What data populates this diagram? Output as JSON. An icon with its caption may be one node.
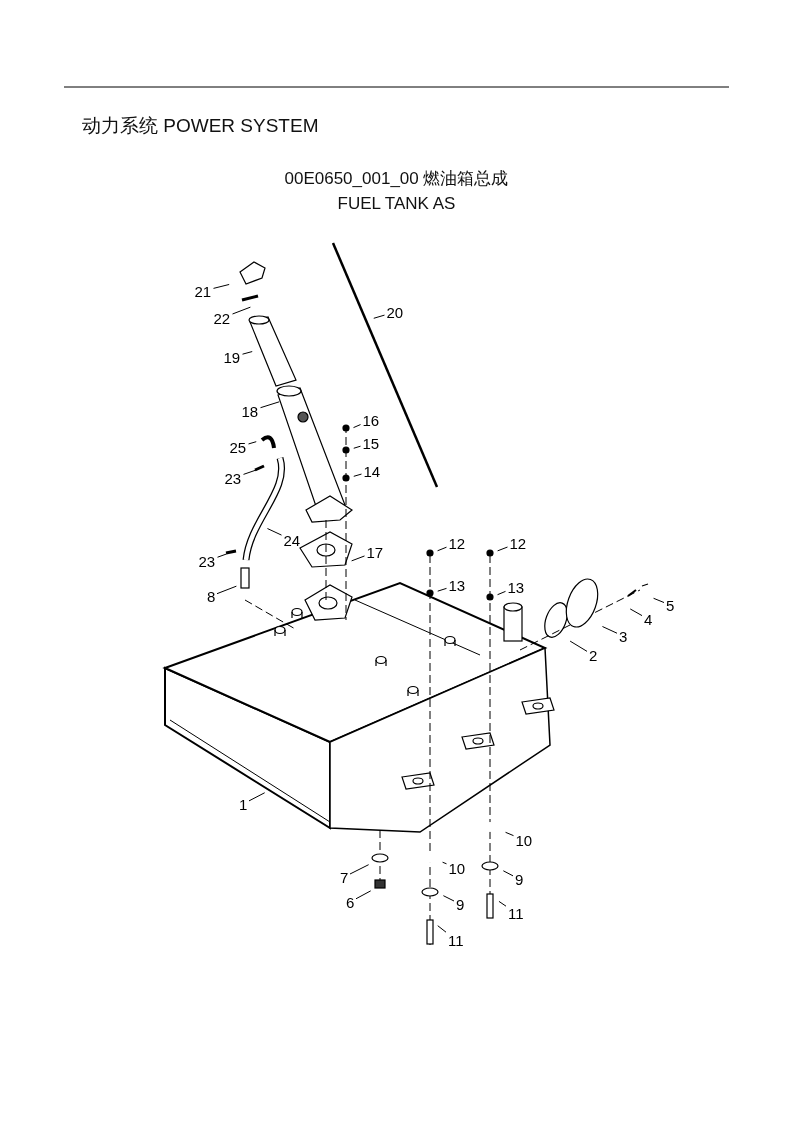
{
  "diagram": {
    "title": "00E0650_001_00 燃油箱总成",
    "nodes": [
      {
        "text": [
          "21"
        ]
      },
      {
        "text": [
          "22"
        ]
      },
      {
        "text": [
          "20"
        ]
      },
      {
        "text": [
          "19"
        ]
      },
      {
        "text": [
          "18"
        ]
      },
      {
        "text": [
          "16"
        ]
      },
      {
        "text": [
          "15"
        ]
      },
      {
        "text": [
          "25"
        ]
      },
      {
        "text": [
          "14"
        ]
      },
      {
        "text": [
          "23"
        ]
      },
      {
        "text": [
          "24"
        ]
      },
      {
        "text": [
          "17"
        ]
      },
      {
        "text": [
          "12"
        ]
      },
      {
        "text": [
          "12"
        ]
      },
      {
        "text": [
          "23"
        ]
      },
      {
        "text": [
          "13"
        ]
      },
      {
        "text": [
          "13"
        ]
      },
      {
        "text": [
          "8"
        ]
      },
      {
        "text": [
          "5"
        ]
      },
      {
        "text": [
          "4"
        ]
      },
      {
        "text": [
          "3"
        ]
      },
      {
        "text": [
          "2"
        ]
      },
      {
        "text": [
          "1"
        ]
      },
      {
        "text": [
          "10"
        ]
      },
      {
        "text": [
          "10"
        ]
      },
      {
        "text": [
          "7"
        ]
      },
      {
        "text": [
          "9"
        ]
      },
      {
        "text": [
          "9"
        ]
      },
      {
        "text": [
          "6"
        ]
      },
      {
        "text": [
          "11"
        ]
      },
      {
        "text": [
          "11"
        ]
      }
    ],
    "edges": [
      {
        "from": 0,
        "to": null,
        "arrow": "none"
      },
      {
        "from": 1,
        "to": null,
        "arrow": "none"
      },
      {
        "from": 2,
        "to": null,
        "arrow": "none"
      },
      {
        "from": 3,
        "to": null,
        "arrow": "none"
      },
      {
        "from": 4,
        "to": null,
        "arrow": "none"
      },
      {
        "from": 5,
        "to": null,
        "arrow": "none"
      },
      {
        "from": 6,
        "to": null,
        "arrow": "none"
      },
      {
        "from": 7,
        "to": null,
        "arrow": "none"
      },
      {
        "from": 8,
        "to": null,
        "arrow": "none"
      },
      {
        "from": 9,
        "to": null,
        "arrow": "none"
      },
      {
        "from": 10,
        "to": null,
        "arrow": "none"
      },
      {
        "from": 11,
        "to": null,
        "arrow": "none"
      },
      {
        "from": 12,
        "to": null,
        "arrow": "none"
      },
      {
        "from": 13,
        "to": null,
        "arrow": "none"
      },
      {
        "from": 14,
        "to": null,
        "arrow": "none"
      },
      {
        "from": 15,
        "to": null,
        "arrow": "none"
      },
      {
        "from": 16,
        "to": null,
        "arrow": "none"
      },
      {
        "from": 17,
        "to": null,
        "arrow": "none"
      },
      {
        "from": 18,
        "to": null,
        "arrow": "none"
      },
      {
        "from": 19,
        "to": null,
        "arrow": "none"
      },
      {
        "from": 20,
        "to": null,
        "arrow": "none"
      },
      {
        "from": 21,
        "to": null,
        "arrow": "none"
      },
      {
        "from": 22,
        "to": null,
        "arrow": "none"
      },
      {
        "from": 23,
        "to": null,
        "arrow": "none"
      },
      {
        "from": 24,
        "to": null,
        "arrow": "none"
      },
      {
        "from": 25,
        "to": null,
        "arrow": "none"
      },
      {
        "from": 26,
        "to": null,
        "arrow": "none"
      },
      {
        "from": 27,
        "to": null,
        "arrow": "none"
      },
      {
        "from": 28,
        "to": null,
        "arrow": "none"
      },
      {
        "from": 29,
        "to": null,
        "arrow": "none"
      },
      {
        "from": 30,
        "to": null,
        "arrow": "none"
      }
    ],
    "labels": [
      "动力系统 POWER SYSTEM",
      "FUEL TANK AS"
    ]
  }
}
